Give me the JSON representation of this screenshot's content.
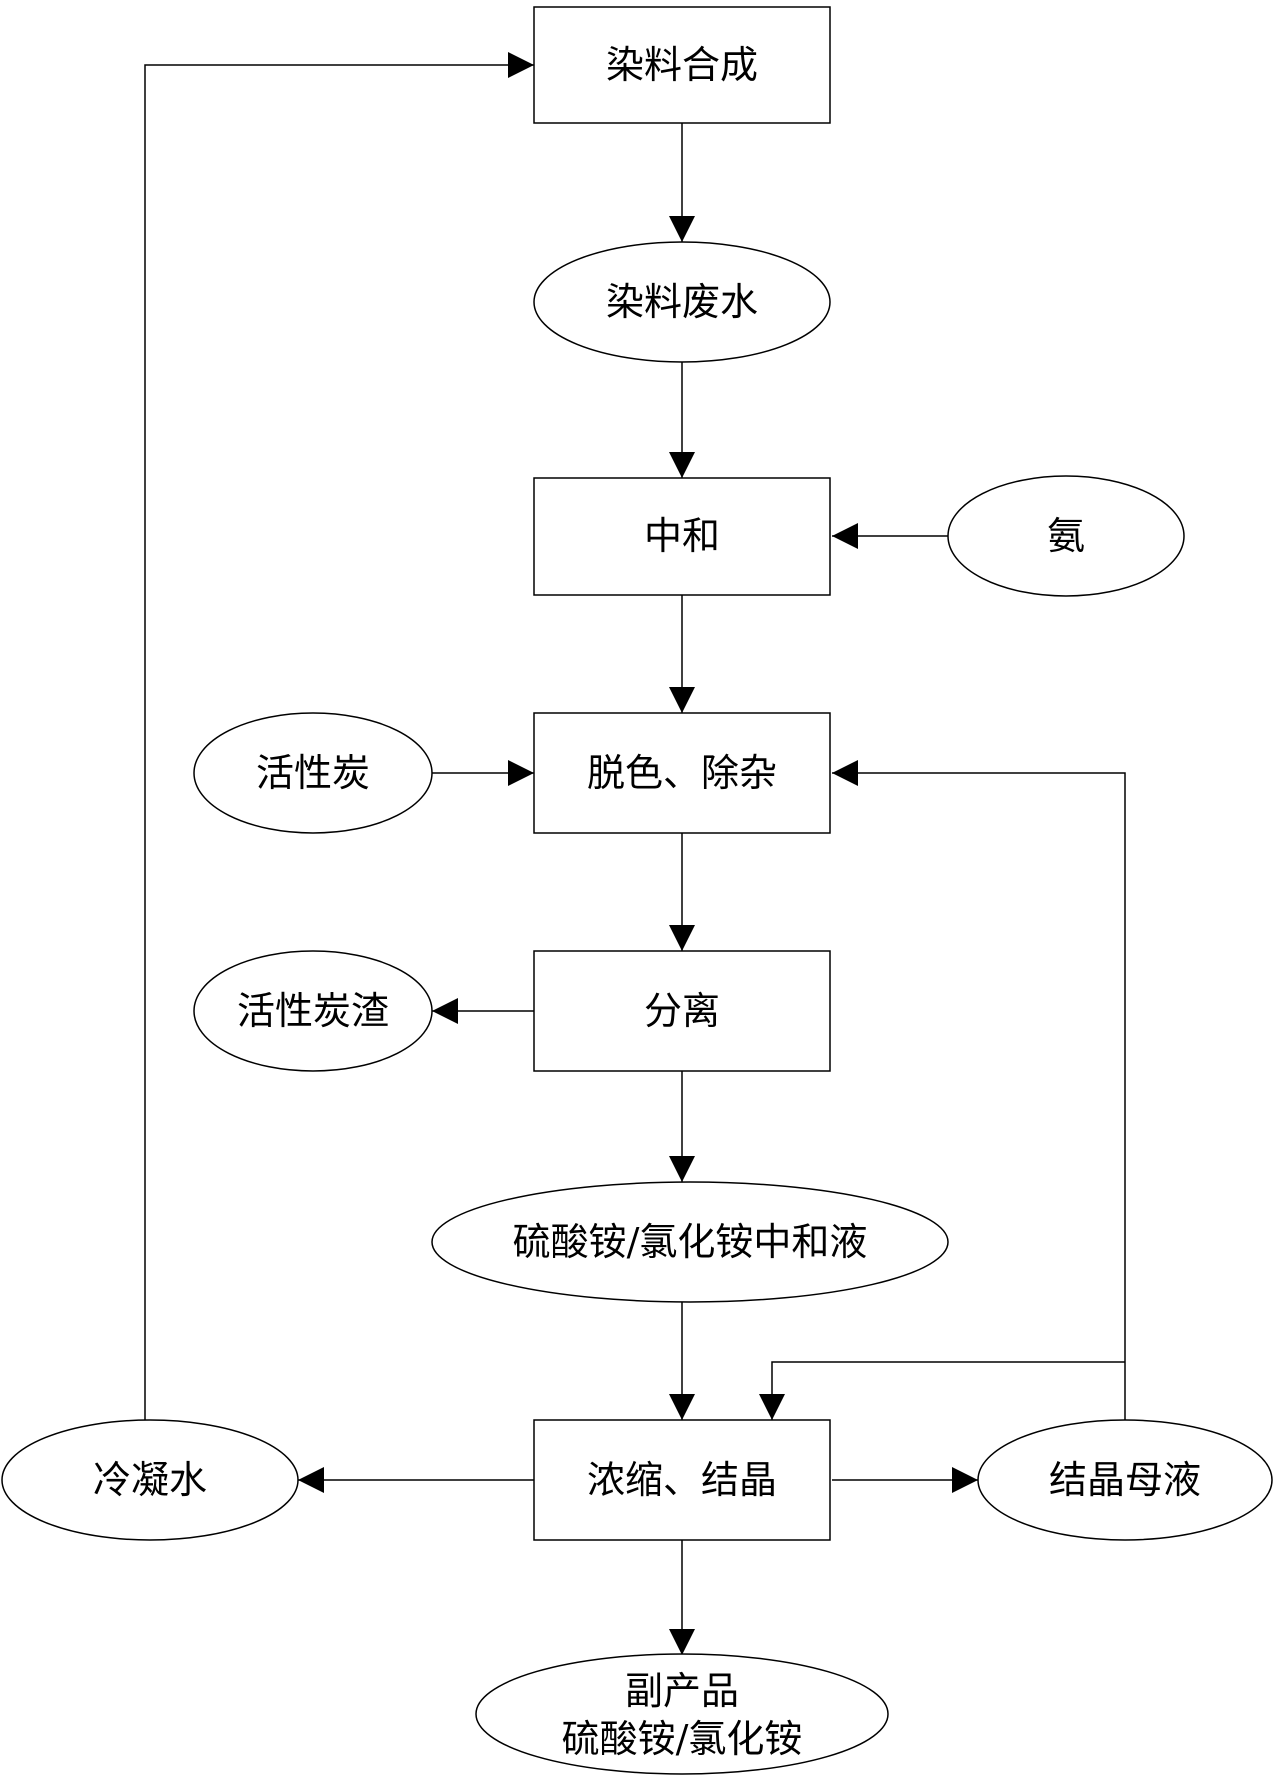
{
  "nodes": {
    "dye_synthesis": "染料合成",
    "dye_wastewater": "染料废水",
    "neutralization": "中和",
    "ammonia": "氨",
    "decolor": "脱色、除杂",
    "activated_carbon": "活性炭",
    "separation": "分离",
    "carbon_residue": "活性炭渣",
    "neutralized_liquid": "硫酸铵/氯化铵中和液",
    "concentrate": "浓缩、结晶",
    "condensate": "冷凝水",
    "mother_liquor": "结晶母液",
    "byproduct_line1": "副产品",
    "byproduct_line2": "硫酸铵/氯化铵"
  },
  "colors": {
    "stroke": "#000000",
    "fill": "#ffffff"
  }
}
